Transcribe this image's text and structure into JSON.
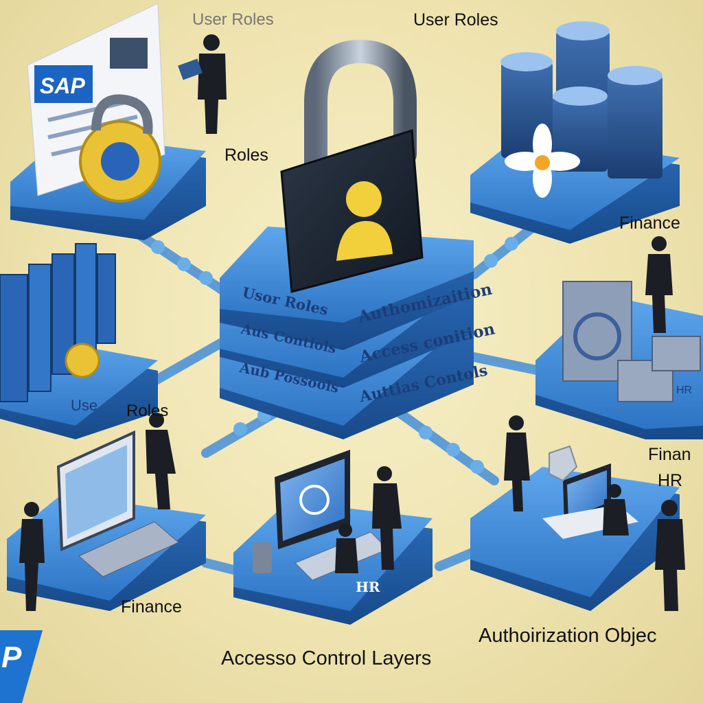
{
  "labels": {
    "user_roles_faint": "User Roles",
    "user_roles_top": "User Roles",
    "roles_upper": "Roles",
    "finance_right": "Finance",
    "user_left": "Use",
    "roles_mid": "Roles",
    "finance_right_cut": "Finan",
    "hr_right": "HR",
    "finance_bottom": "Finance",
    "authorization_object": "Authoirization Objec",
    "access_control_layers": "Accesso Control Layers",
    "hr_monitor": "HR",
    "hr_small": "HR"
  },
  "central_stack": {
    "tab1_left": "Usor Roles",
    "tab1_right": "Authomizaition",
    "tab2_left": "Aus Contiols",
    "tab2_right": "Access conition",
    "tab3_left": "Aub Possools",
    "tab3_right": "Auttias Contols"
  },
  "logos": {
    "sap_doc": "SAP",
    "sap_corner": "P"
  },
  "colors": {
    "platform_blue": "#3a86d4",
    "platform_dark": "#1f5ea8",
    "lock_body": "#1c2431",
    "user_icon": "#f2d03b",
    "gear_gold": "#e9c235",
    "background": "#efe4b0"
  }
}
